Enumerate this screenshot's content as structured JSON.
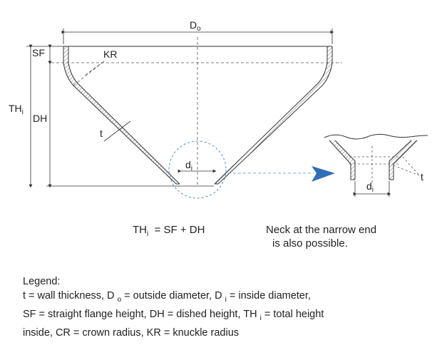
{
  "labels": {
    "d_outer": "D",
    "d_outer_sub": "o",
    "sf": "SF",
    "kr": "KR",
    "th": "TH",
    "th_sub": "i",
    "dh": "DH",
    "t_main": "t",
    "d_inner": "d",
    "d_inner_sub": "i",
    "t_detail": "t",
    "d_detail": "d",
    "d_detail_sub": "i"
  },
  "formula": {
    "lhs": "TH",
    "lhs_sub": "i",
    "rhs": "= SF + DH"
  },
  "neck_note": {
    "line1": "Neck at the narrow end",
    "line2": "is also possible."
  },
  "legend": {
    "title": "Legend:",
    "line1": [
      "t = wall thickness, D ",
      "o",
      " = outside diameter,  D ",
      "i",
      " = inside diameter,"
    ],
    "line2": [
      "SF = straight flange height, DH = dished height, TH ",
      "i",
      " = total height"
    ],
    "line3": "inside, CR = crown radius, KR = knuckle radius"
  },
  "colors": {
    "line": "#333333",
    "dash": "#555555",
    "detail_circle": "#4a90c8",
    "arrow": "#2f6fb5"
  }
}
